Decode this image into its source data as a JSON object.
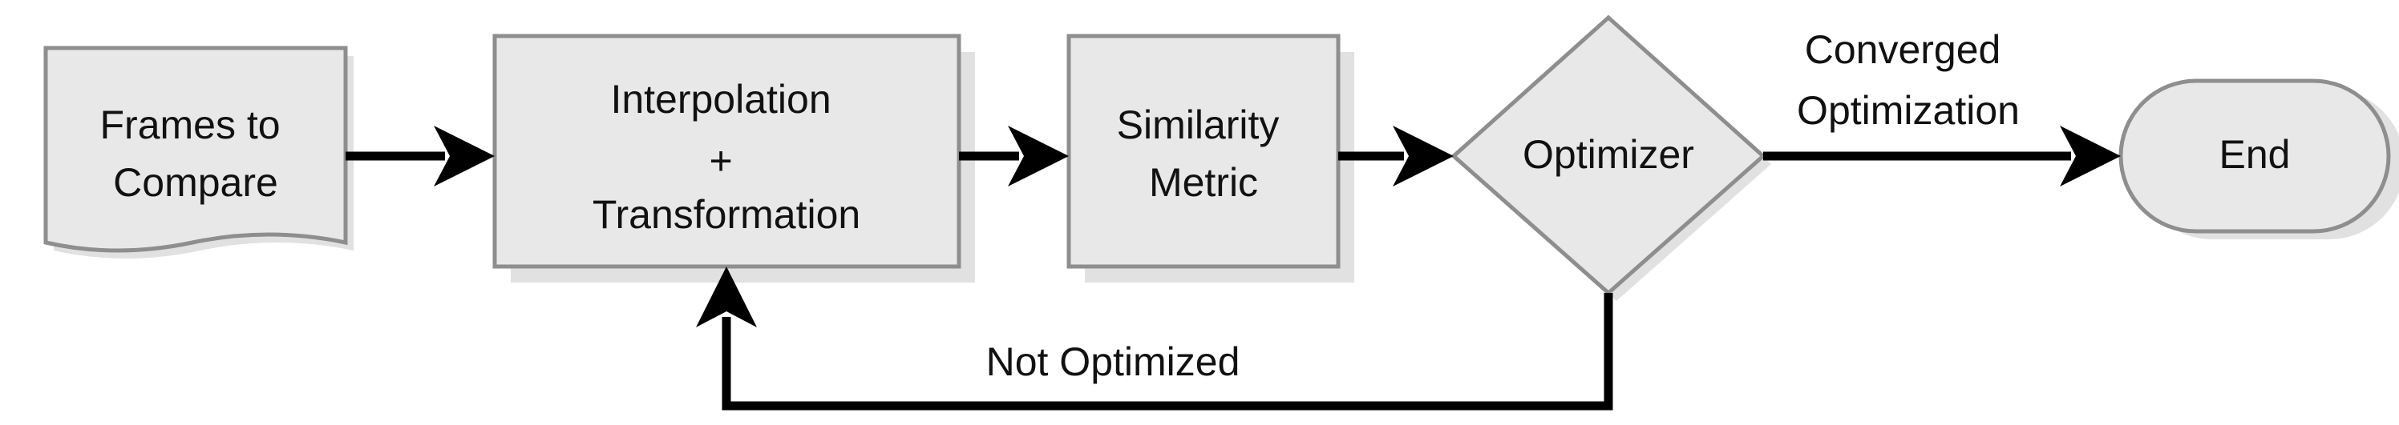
{
  "diagram": {
    "nodes": {
      "frames": {
        "lines": [
          "Frames to",
          "Compare"
        ]
      },
      "interp": {
        "lines": [
          "Interpolation",
          "+",
          "Transformation"
        ]
      },
      "similarity": {
        "lines": [
          "Similarity",
          "Metric"
        ]
      },
      "optimizer": {
        "lines": [
          "Optimizer"
        ]
      },
      "end": {
        "lines": [
          "End"
        ]
      }
    },
    "edges": {
      "converged": {
        "lines": [
          "Converged",
          "Optimization"
        ]
      },
      "not_optimized": {
        "lines": [
          "Not Optimized"
        ]
      }
    },
    "colors": {
      "node_fill": "#e8e8e8",
      "node_stroke": "#8e8e8e",
      "edge": "#000000",
      "text": "#111111"
    }
  }
}
